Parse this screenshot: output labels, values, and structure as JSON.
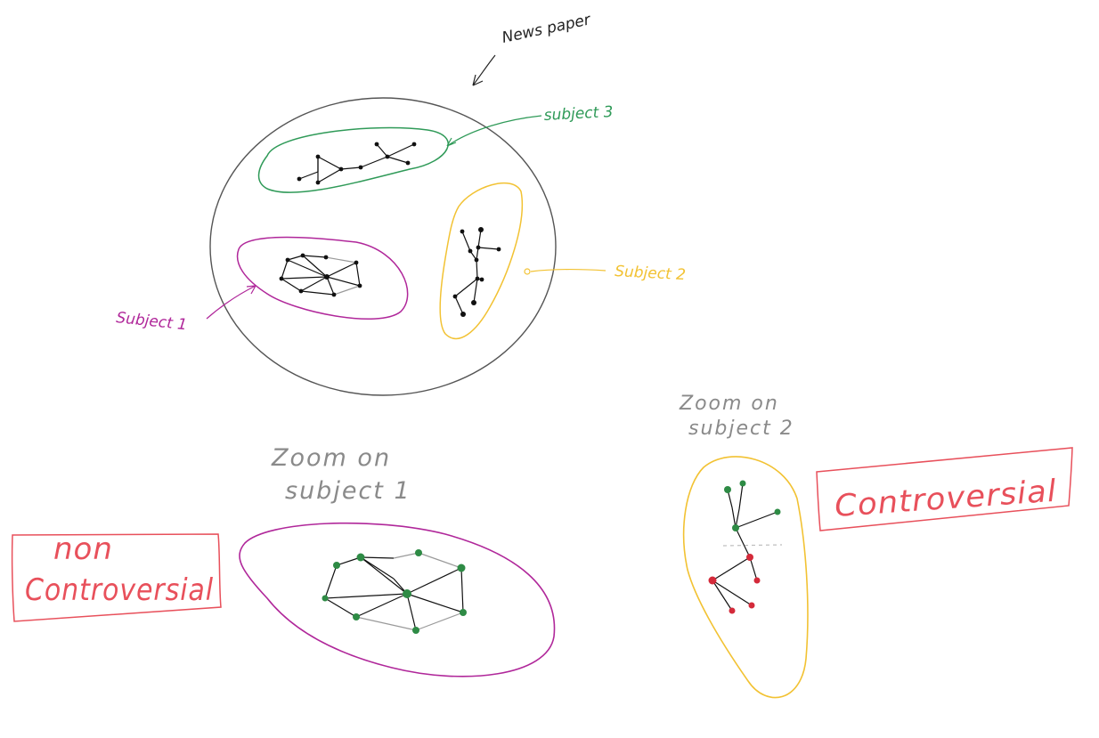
{
  "labels": {
    "newspaper": "News paper",
    "subject1": "Subject 1",
    "subject2": "Subject 2",
    "subject3": "subject 3",
    "zoom1_line1": "Zoom on",
    "zoom1_line2": "subject 1",
    "zoom2_line1": "Zoom on",
    "zoom2_line2": "subject 2",
    "non_controversial_line1": "non",
    "non_controversial_line2": "Controversial",
    "controversial": "Controversial"
  },
  "colors": {
    "outline": "#555555",
    "subject1": "#b0279a",
    "subject2": "#f2c233",
    "subject3": "#2f9a58",
    "label_gray": "#8a8a8a",
    "annotation_red": "#e8505b",
    "node_black": "#111111",
    "node_green": "#2e8b45",
    "node_red": "#d42a3a"
  }
}
